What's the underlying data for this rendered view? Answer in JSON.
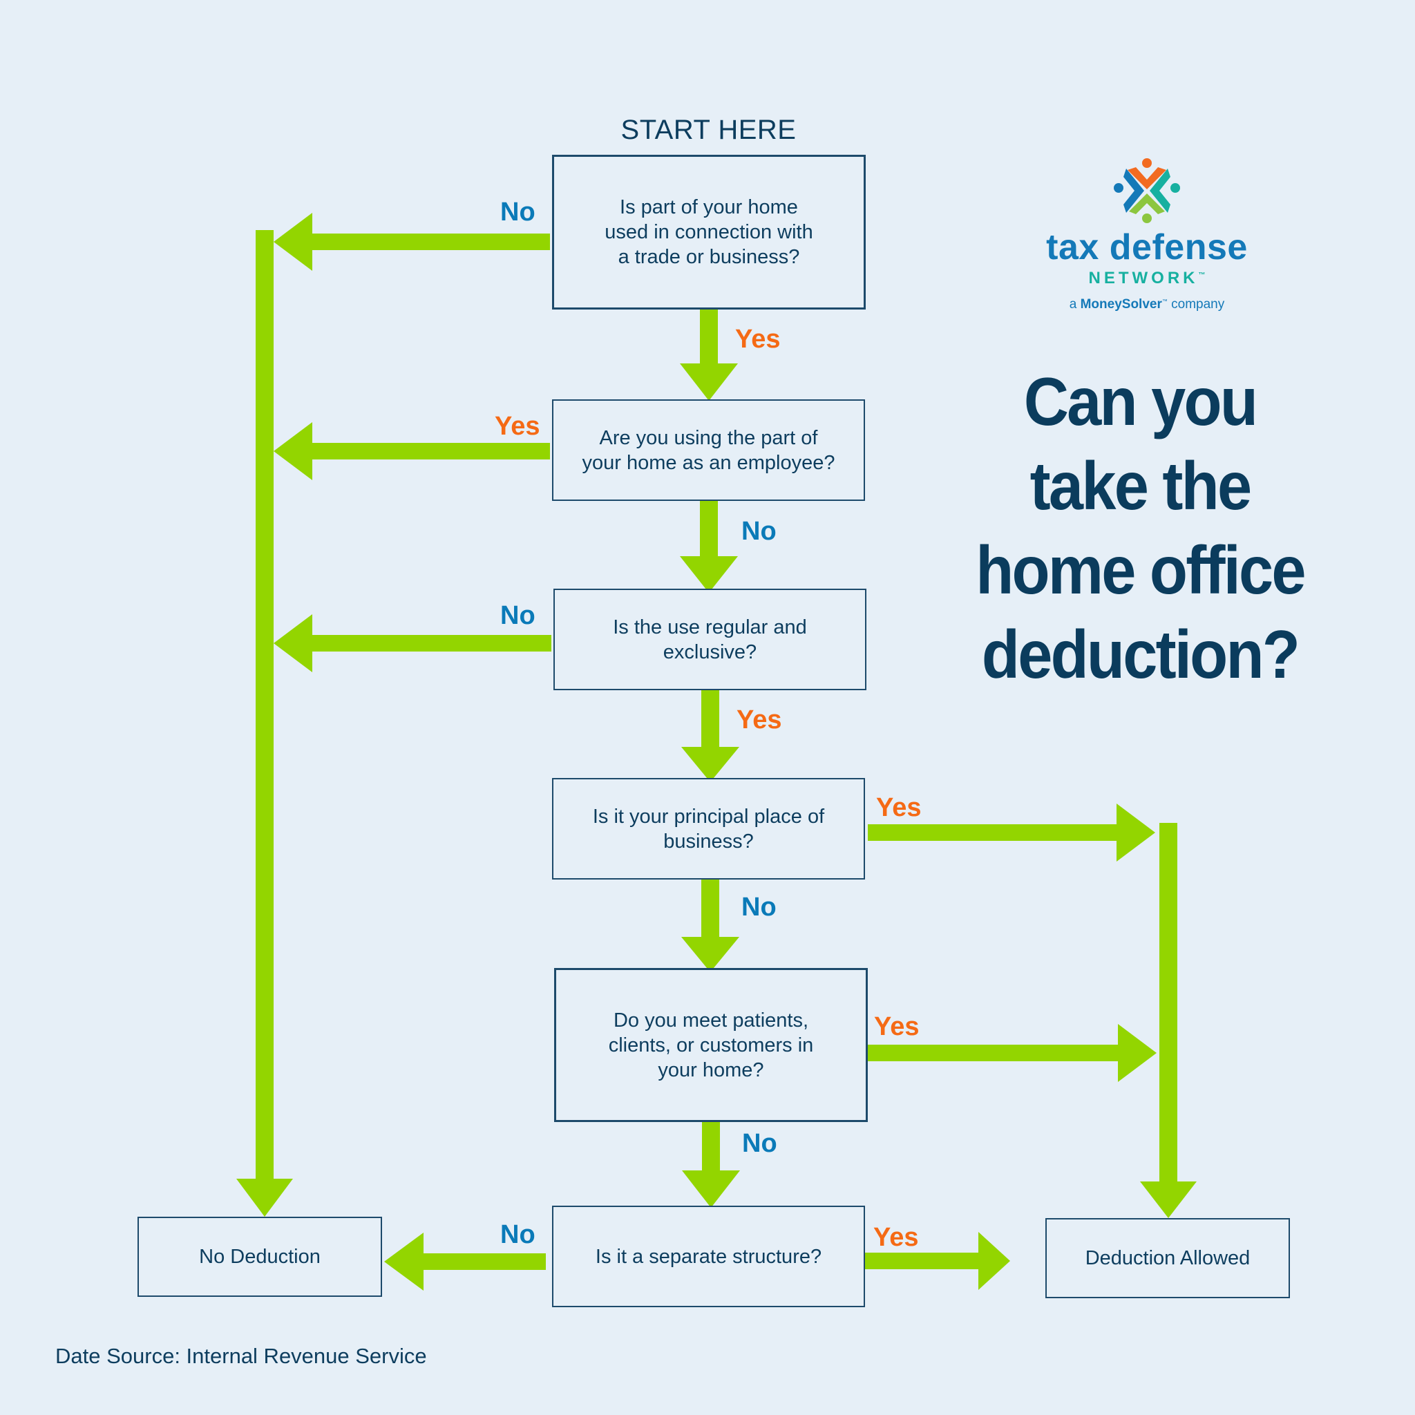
{
  "start_label": "START HERE",
  "headline": [
    "Can you",
    "take the",
    "home office",
    "deduction?"
  ],
  "logo": {
    "icon": "tax-defense-network-people-icon",
    "wordmark": "tax defense",
    "subwordmark": "NETWORK",
    "trademark": "™",
    "company_prefix": "a",
    "company_name": "MoneySolver",
    "company_suffix": "company",
    "colors": {
      "orange": "#f26b21",
      "blue": "#1479b8",
      "teal": "#17b0a0",
      "green": "#8cc63f"
    }
  },
  "questions": [
    {
      "id": "q1",
      "text": "Is part of your home\nused in connection with\na trade or business?"
    },
    {
      "id": "q2",
      "text": "Are you using the part of\nyour home as an employee?"
    },
    {
      "id": "q3",
      "text": "Is the use regular and\nexclusive?"
    },
    {
      "id": "q4",
      "text": "Is it your principal place of\nbusiness?"
    },
    {
      "id": "q5",
      "text": "Do you meet patients,\nclients, or customers in\nyour home?"
    },
    {
      "id": "q6",
      "text": "Is it a separate structure?"
    }
  ],
  "outcomes": {
    "no_deduction": "No Deduction",
    "deduction_allowed": "Deduction Allowed"
  },
  "edges": {
    "q1_left": "No",
    "q1_down": "Yes",
    "q2_left": "Yes",
    "q2_down": "No",
    "q3_left": "No",
    "q3_down": "Yes",
    "q4_right": "Yes",
    "q4_down": "No",
    "q5_right": "Yes",
    "q5_down": "No",
    "q6_left": "No",
    "q6_right": "Yes"
  },
  "footer": "Date Source: Internal Revenue Service",
  "colors": {
    "background": "#e6eff7",
    "arrow": "#93d500",
    "box_border": "#1d4a6b",
    "text": "#0d3d5e",
    "no_label": "#0a7ab8",
    "yes_label": "#f56a15"
  }
}
